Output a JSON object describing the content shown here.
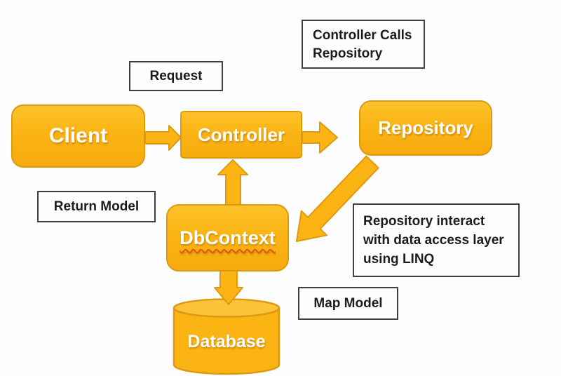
{
  "nodes": {
    "client": {
      "label": "Client"
    },
    "controller": {
      "label": "Controller"
    },
    "repository": {
      "label": "Repository"
    },
    "dbcontext": {
      "label": "DbContext"
    },
    "database": {
      "label": "Database"
    }
  },
  "labels": {
    "request": {
      "text": "Request"
    },
    "controller_calls": {
      "line1": "Controller Calls",
      "line2": "Repository"
    },
    "return_model": {
      "text": "Return Model"
    },
    "repository_interact": {
      "line1": "Repository interact",
      "line2": "with data access layer",
      "line3": "using LINQ"
    },
    "map_model": {
      "text": "Map Model"
    }
  },
  "edges": [
    {
      "from": "Client",
      "to": "Controller",
      "direction": "right"
    },
    {
      "from": "Controller",
      "to": "Repository",
      "direction": "right"
    },
    {
      "from": "DbContext",
      "to": "Controller",
      "direction": "up"
    },
    {
      "from": "Repository",
      "to": "DbContext",
      "direction": "down-left"
    },
    {
      "from": "DbContext",
      "to": "Database",
      "direction": "down"
    }
  ],
  "palette": {
    "node_fill": "#fbb414",
    "node_fill_light": "#fdc32b",
    "node_border": "#dc9a10",
    "node_text": "#ffffff",
    "cylinder_top_fill": "#fcc33a",
    "label_background": "#fefefe",
    "label_border": "#3f3f3f",
    "label_text": "#1c1c1c",
    "squiggle_underline": "#e0560b",
    "background": "#fdfdfd"
  }
}
